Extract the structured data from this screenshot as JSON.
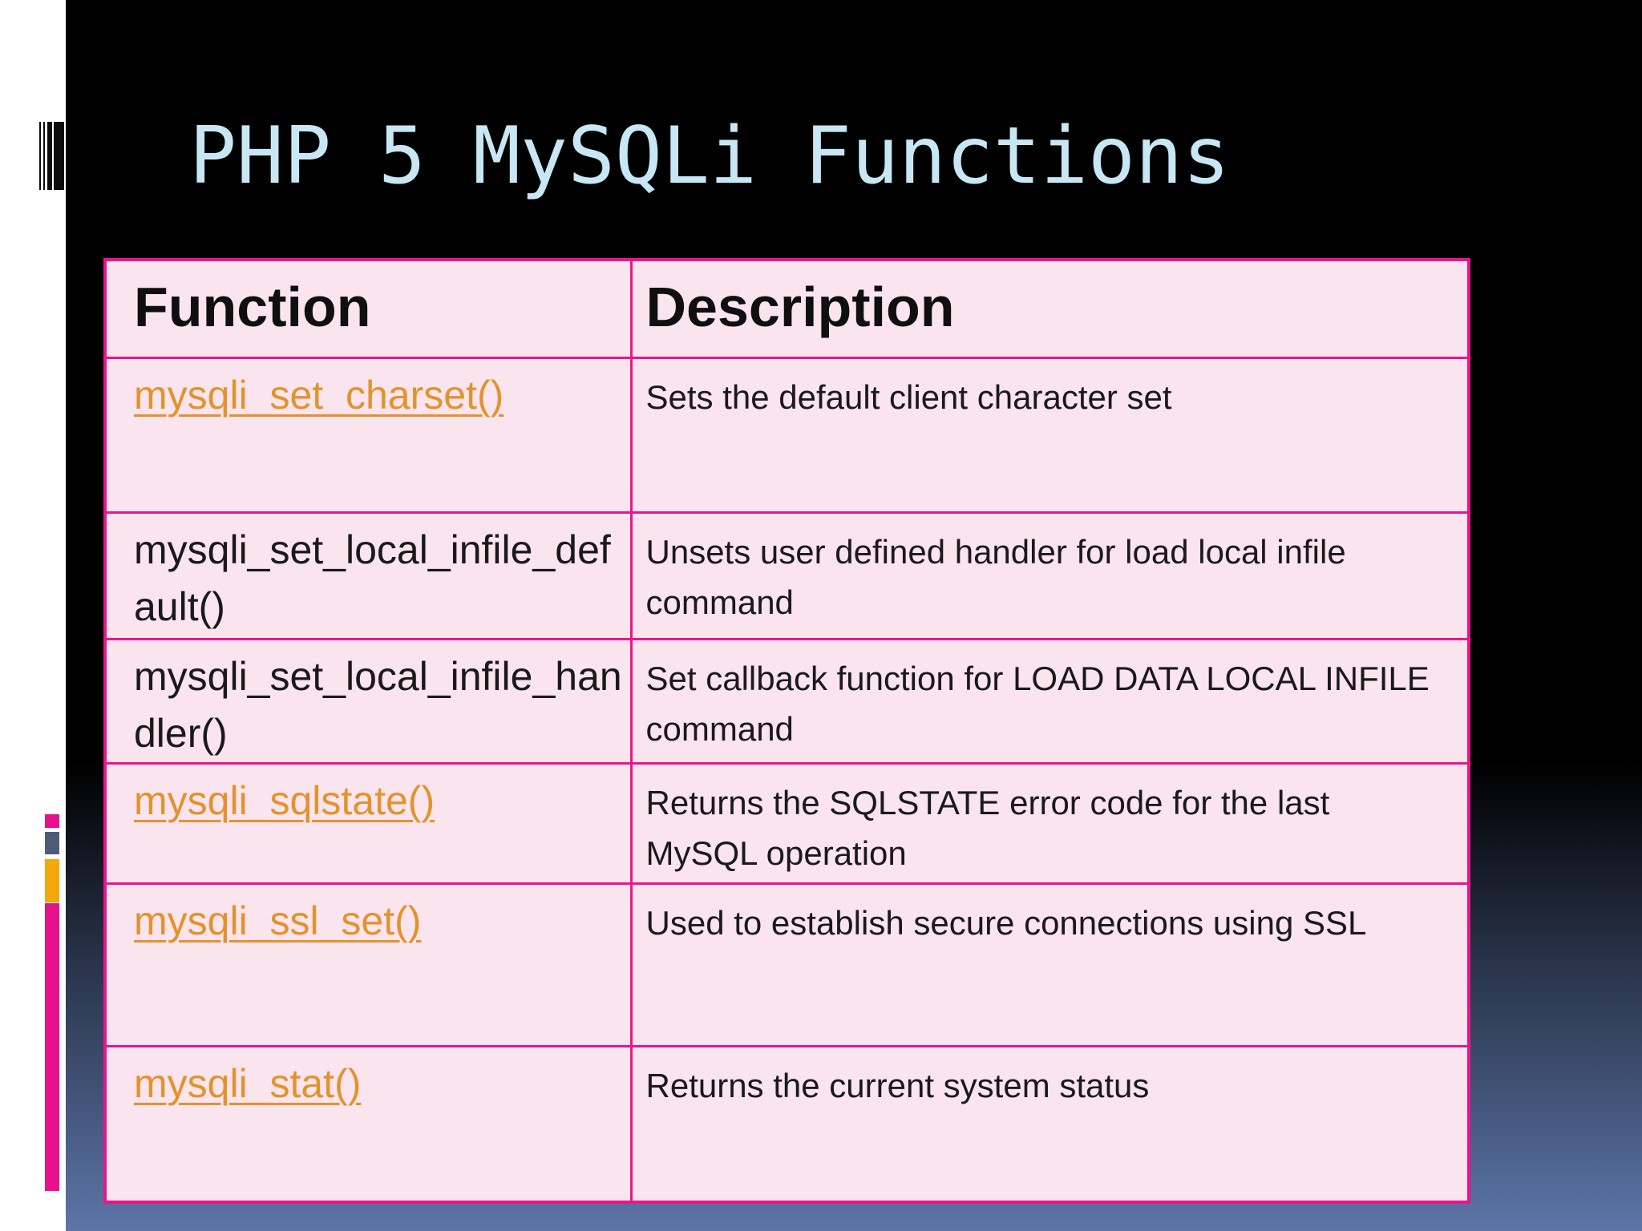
{
  "slide": {
    "title": "PHP 5 MySQLi Functions"
  },
  "table": {
    "headers": {
      "function": "Function",
      "description": "Description"
    },
    "rows": [
      {
        "function": "mysqli_set_charset()",
        "is_link": true,
        "description": "Sets the default client character set"
      },
      {
        "function": "mysqli_set_local_infile_default()",
        "is_link": false,
        "description": "Unsets user defined handler for load local infile command"
      },
      {
        "function": "mysqli_set_local_infile_handler()",
        "is_link": false,
        "description": "Set callback function for LOAD DATA LOCAL INFILE command"
      },
      {
        "function": "mysqli_sqlstate()",
        "is_link": true,
        "description": "Returns the SQLSTATE error code for the last MySQL operation"
      },
      {
        "function": "mysqli_ssl_set()",
        "is_link": true,
        "description": "Used to establish secure connections using SSL"
      },
      {
        "function": "mysqli_stat()",
        "is_link": true,
        "description": "Returns the current system status"
      }
    ]
  },
  "colors": {
    "title_text": "#c8e7f5",
    "table_border": "#e9158d",
    "cell_background": "#fae4ee",
    "link_orange": "#e2932c",
    "body_text": "#1a1a1a",
    "accent_pink": "#e6128c",
    "accent_gray": "#4d5c76",
    "accent_amber": "#f5a80c",
    "background_bottom": "#5d76a7",
    "background_top": "#000000"
  }
}
